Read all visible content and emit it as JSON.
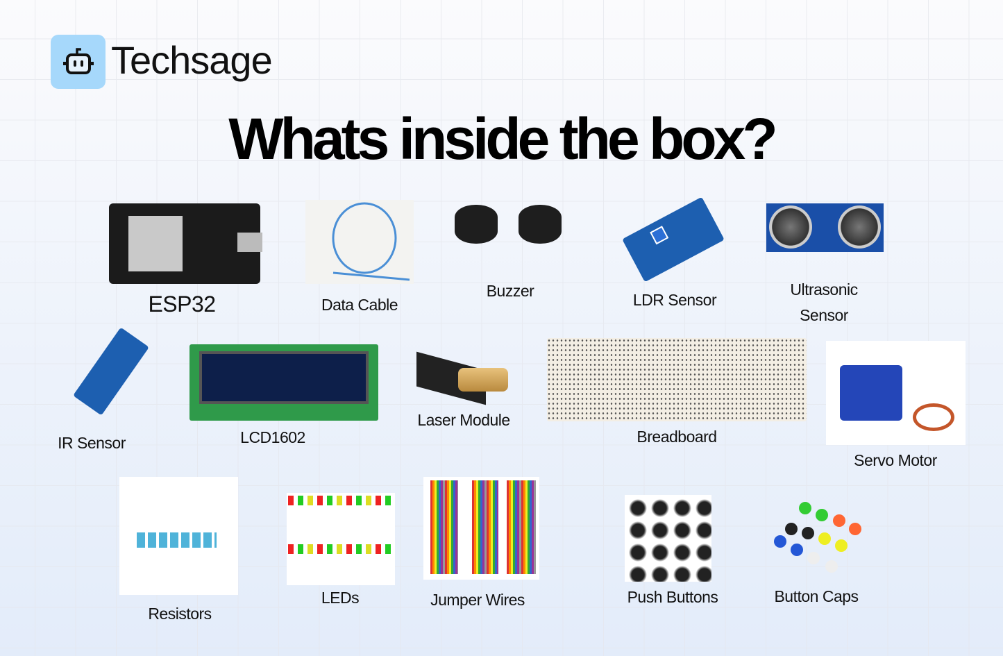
{
  "brand": {
    "name": "Techsage",
    "icon": "robot-icon",
    "accent": "#a6d8fb"
  },
  "title": "Whats inside the box?",
  "items": [
    {
      "label": "ESP32"
    },
    {
      "label": "Data Cable"
    },
    {
      "label": "Buzzer"
    },
    {
      "label": "LDR Sensor"
    },
    {
      "label": "Ultrasonic Sensor",
      "line1": "Ultrasonic",
      "line2": "Sensor"
    },
    {
      "label": "IR Sensor"
    },
    {
      "label": "LCD1602"
    },
    {
      "label": "Laser Module"
    },
    {
      "label": "Breadboard"
    },
    {
      "label": "Servo Motor"
    },
    {
      "label": "Resistors"
    },
    {
      "label": "LEDs"
    },
    {
      "label": "Jumper Wires"
    },
    {
      "label": "Push Buttons"
    },
    {
      "label": "Button Caps"
    }
  ]
}
